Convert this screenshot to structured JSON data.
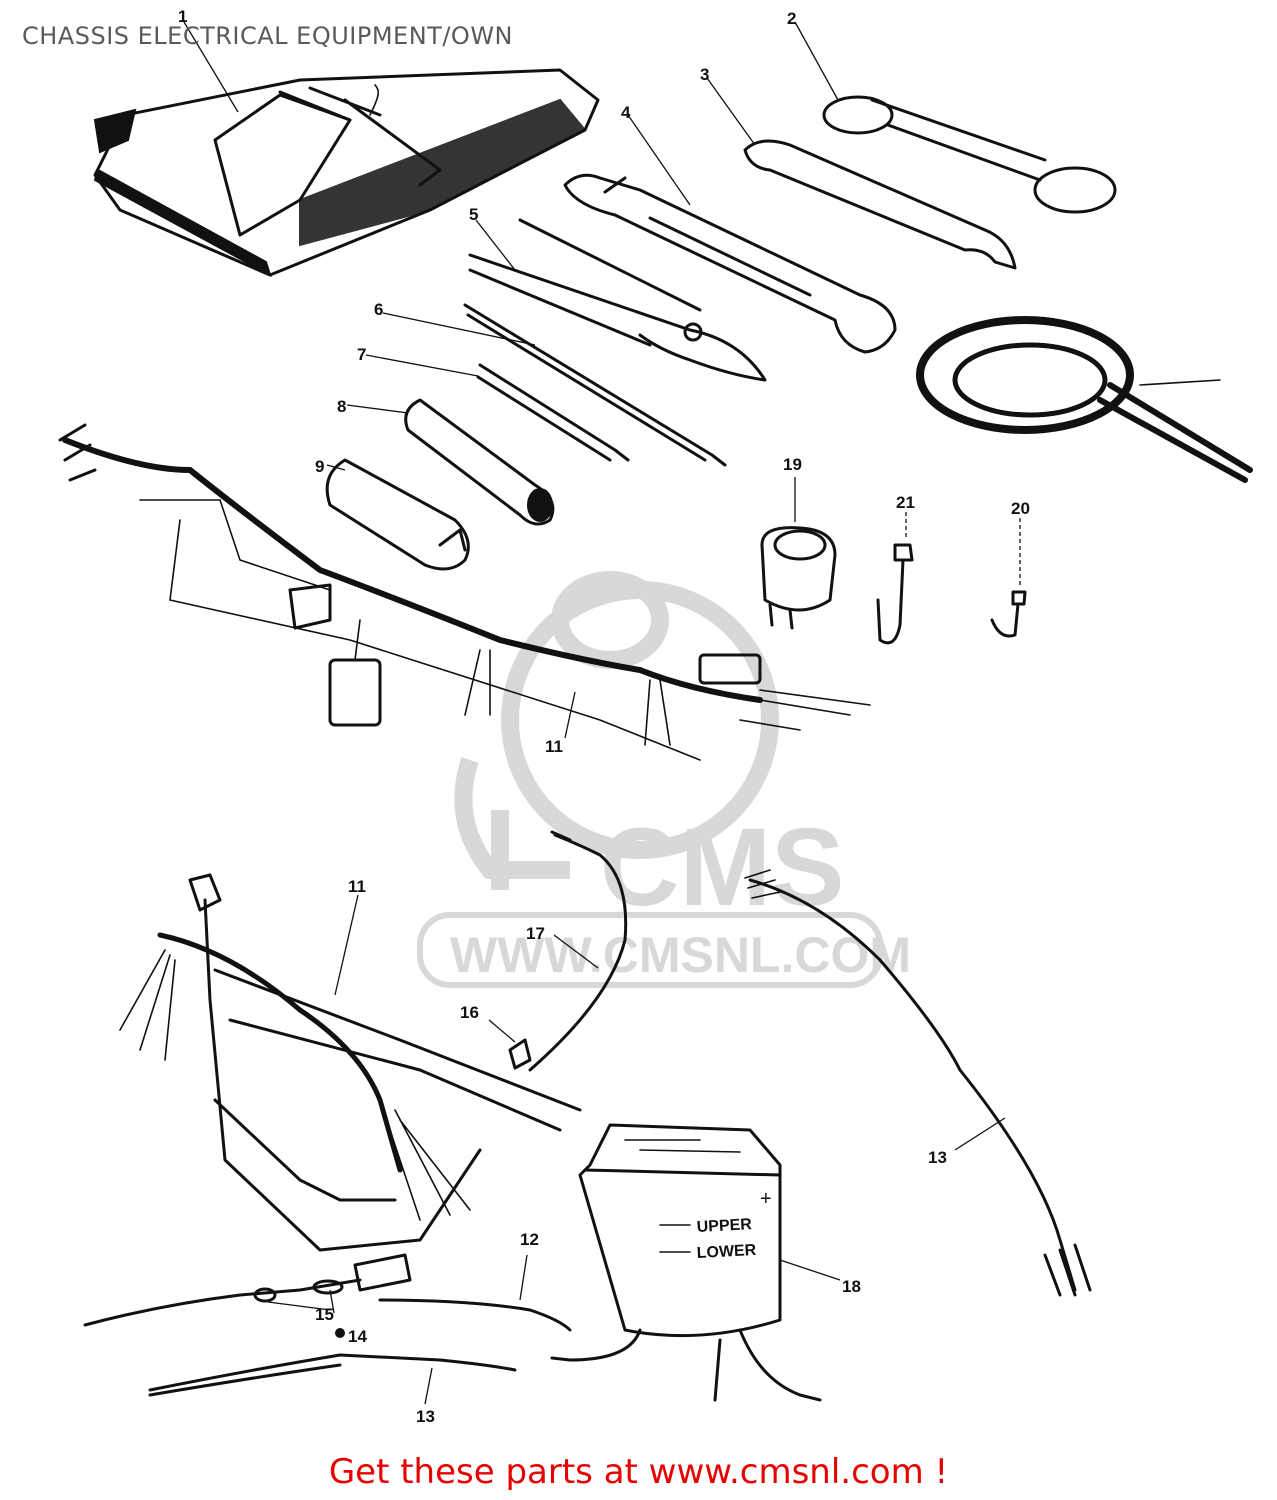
{
  "title": "CHASSIS ELECTRICAL EQUIPMENT/OWN",
  "cta": "Get these parts at www.cmsnl.com !",
  "watermark": {
    "brand": "CMS",
    "url": "WWW.CMSNL.COM",
    "color": "#d8d8d8"
  },
  "accent_color": "#e60000",
  "battery_labels": {
    "upper": "UPPER",
    "lower": "LOWER",
    "plus": "+"
  },
  "callouts": {
    "c1": "1",
    "c2": "2",
    "c3": "3",
    "c4": "4",
    "c5": "5",
    "c6": "6",
    "c7": "7",
    "c8": "8",
    "c9": "9",
    "c11a": "11",
    "c11b": "11",
    "c12": "12",
    "c13a": "13",
    "c13b": "13",
    "c14": "14",
    "c15": "15",
    "c16": "16",
    "c17": "17",
    "c18": "18",
    "c19": "19",
    "c20": "20",
    "c21": "21"
  },
  "parts": [
    "tool-bag",
    "double-box-wrench",
    "open-end-wrench-small",
    "open-end-wrench-large",
    "pliers",
    "screwdriver-blade",
    "screwdriver-shaft",
    "screwdriver-handle",
    "plug-wrench",
    "wire-harness",
    "battery-cable",
    "wire",
    "fuse-holder",
    "fuse",
    "fuse-cable",
    "battery",
    "relay",
    "clamp",
    "clamp-small",
    "chain-sprocket"
  ]
}
